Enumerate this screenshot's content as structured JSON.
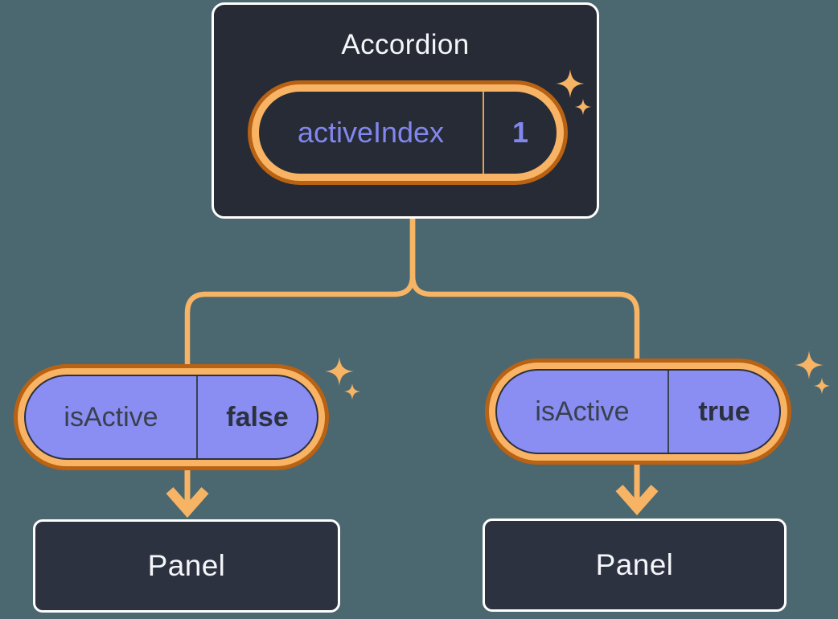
{
  "diagram": {
    "root": {
      "title": "Accordion",
      "state": {
        "label": "activeIndex",
        "value": "1"
      }
    },
    "children": [
      {
        "prop": {
          "label": "isActive",
          "value": "false"
        },
        "panel": {
          "title": "Panel"
        }
      },
      {
        "prop": {
          "label": "isActive",
          "value": "true"
        },
        "panel": {
          "title": "Panel"
        }
      }
    ]
  },
  "icons": {
    "sparkle": "sparkle-icon",
    "arrow_down": "arrow-down-icon"
  },
  "colors": {
    "background": "#4b6770",
    "node_bg": "#262b35",
    "panel_bg": "#2d3240",
    "node_border": "#ffffff",
    "orange_light": "#f6b464",
    "orange_band": "#f8b464",
    "orange_dark": "#b96213",
    "purple_fill": "#8a8df1",
    "purple_text": "#8287f0",
    "dark_text": "#39404e",
    "dark_text_bold": "#2b313f",
    "title_text": "#f4f6fa",
    "divider_orange": "#dfa258",
    "divider_dark": "#3a4150"
  }
}
